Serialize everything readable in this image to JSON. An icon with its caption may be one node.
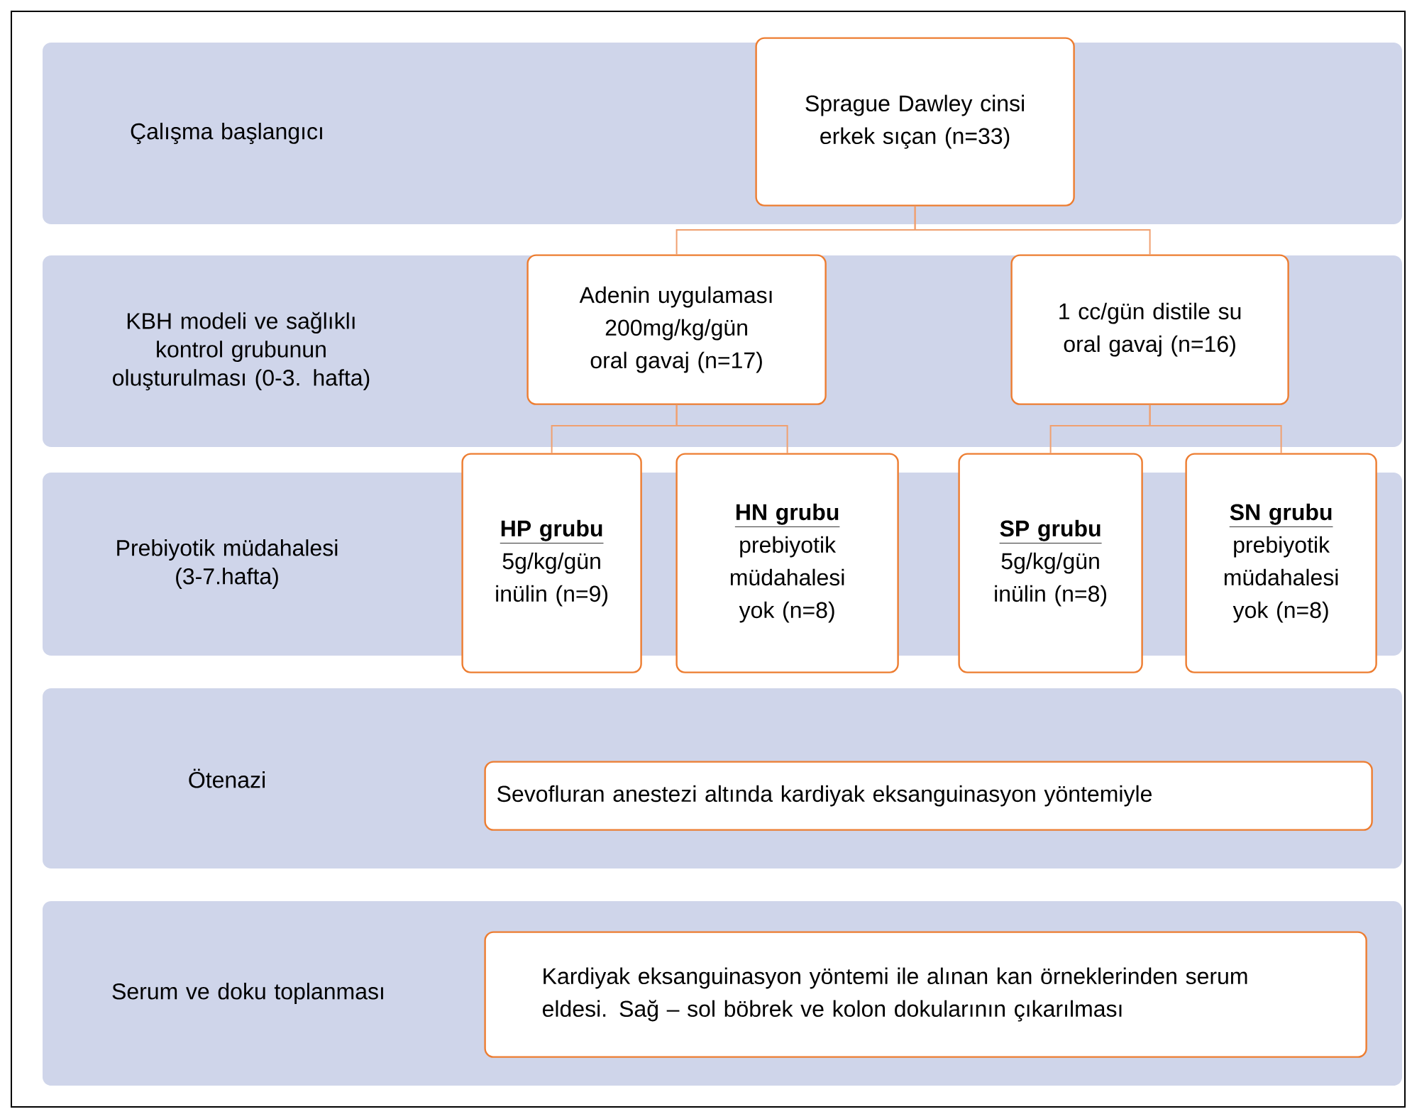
{
  "diagram": {
    "nodes": [
      {
        "text": [
          "Çalışma başlangıcı"
        ]
      },
      {
        "text": [
          "Sprague Dawley cinsi erkek sıçan (n=33)"
        ],
        "in": 0
      },
      {
        "text": [
          "KBH modeli ve sağlıklı kontrol grubunun oluşturulması (0-3. hafta)"
        ]
      },
      {
        "text": [
          "Adenin uygulaması 200mg/kg/gün oral gavaj (n=17)"
        ],
        "in": 2
      },
      {
        "text": [
          "1 cc/gün distile su oral gavaj (n=16)"
        ],
        "in": 2
      },
      {
        "text": [
          "Prebiyotik müdahalesi (3-7.hafta)"
        ]
      },
      {
        "text": [
          "HP grubu",
          "5g/kg/gün inülin (n=9)"
        ],
        "in": 5
      },
      {
        "text": [
          "HN grubu",
          "prebiyotik müdahalesi yok (n=8)"
        ],
        "in": 5
      },
      {
        "text": [
          "SP grubu",
          "5g/kg/gün inülin (n=8)"
        ],
        "in": 5
      },
      {
        "text": [
          "SN grubu",
          "prebiyotik müdahalesi yok (n=8)"
        ],
        "in": 5
      },
      {
        "text": [
          "Ötenazi"
        ]
      },
      {
        "text": [
          "Sevofluran anestezi altında kardiyak eksanguinasyon yöntemiyle"
        ],
        "in": 10
      },
      {
        "text": [
          "Serum ve doku toplanması"
        ]
      },
      {
        "text": [
          "Kardiyak eksanguinasyon yöntemi ile alınan kan örneklerinden serum eldesi. Sağ – sol böbrek ve kolon dokularının çıkarılması"
        ],
        "in": 12
      }
    ],
    "edges": [
      {
        "from": 1,
        "to": 3,
        "arrow": "none"
      },
      {
        "from": 1,
        "to": 4,
        "arrow": "none"
      },
      {
        "from": 3,
        "to": 6,
        "arrow": "none"
      },
      {
        "from": 3,
        "to": 7,
        "arrow": "none"
      },
      {
        "from": 4,
        "to": 8,
        "arrow": "none"
      },
      {
        "from": 4,
        "to": 9,
        "arrow": "none"
      }
    ]
  }
}
